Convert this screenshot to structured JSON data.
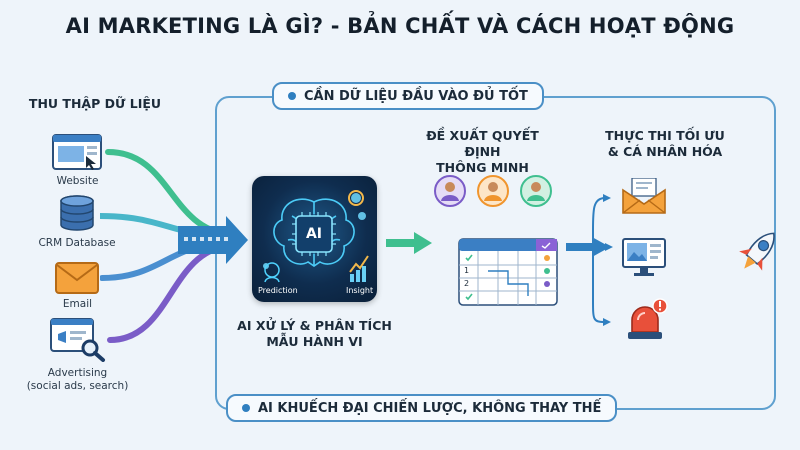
{
  "title": "AI MARKETING LÀ GÌ? - BẢN CHẤT VÀ CÁCH HOẠT ĐỘNG",
  "pill_top": "CẦN DỮ LIỆU ĐẦU VÀO ĐỦ TỐT",
  "pill_bottom": "AI KHUẾCH ĐẠI CHIẾN LƯỢC, KHÔNG THAY THẾ",
  "collect": {
    "heading": "THU THẬP DỮ LIỆU",
    "sources": [
      {
        "label": "Website",
        "icon": "website-icon"
      },
      {
        "label": "CRM Database",
        "icon": "database-icon"
      },
      {
        "label": "Email",
        "icon": "email-icon"
      },
      {
        "label": "Advertising",
        "sublabel": "(social ads, search)",
        "icon": "advertising-icon"
      }
    ]
  },
  "ai": {
    "chip_text": "AI",
    "prediction": "Prediction",
    "insight": "Insight",
    "caption_line1": "AI XỬ LÝ & PHÂN TÍCH",
    "caption_line2": "MẪU HÀNH VI"
  },
  "decision": {
    "heading_line1": "ĐỀ XUẤT QUYẾT ĐỊNH",
    "heading_line2": "THÔNG MINH",
    "row_numbers": [
      "1",
      "2"
    ]
  },
  "execute": {
    "heading_line1": "THỰC THI TỐI ƯU",
    "heading_line2": "& CÁ NHÂN HÓA"
  },
  "colors": {
    "loop_border": "#5fa0cf",
    "arrow_green": "#3fbf8f",
    "arrow_blue": "#2f7fc0",
    "arrow_purple": "#7a5cc7",
    "ai_box": "#0f2d4f"
  }
}
